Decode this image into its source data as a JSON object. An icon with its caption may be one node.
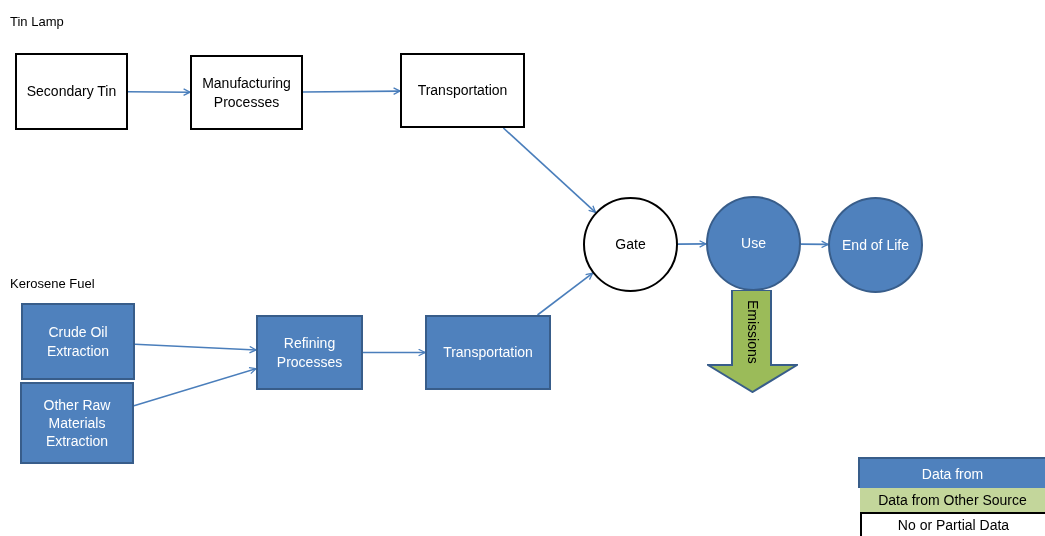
{
  "diagram": {
    "nodes": [
      {
        "text": [
          "Secondary Tin"
        ]
      },
      {
        "text": [
          "Manufacturing Processes"
        ]
      },
      {
        "text": [
          "Transportation"
        ]
      },
      {
        "text": [
          "Crude Oil Extraction"
        ]
      },
      {
        "text": [
          "Other Raw Materials Extraction"
        ]
      },
      {
        "text": [
          "Refining Processes"
        ]
      },
      {
        "text": [
          "Transportation"
        ]
      },
      {
        "text": [
          "Gate"
        ]
      },
      {
        "text": [
          "Use"
        ]
      },
      {
        "text": [
          "End of Life"
        ]
      },
      {
        "text": [
          "Emissions"
        ]
      }
    ],
    "edges": [
      {
        "from": 0,
        "to": 1,
        "arrow": "to"
      },
      {
        "from": 1,
        "to": 2,
        "arrow": "to"
      },
      {
        "from": 2,
        "to": 7,
        "arrow": "to"
      },
      {
        "from": 3,
        "to": 5,
        "arrow": "to"
      },
      {
        "from": 4,
        "to": 5,
        "arrow": "to"
      },
      {
        "from": 5,
        "to": 6,
        "arrow": "to"
      },
      {
        "from": 6,
        "to": 7,
        "arrow": "to"
      },
      {
        "from": 7,
        "to": 8,
        "arrow": "to"
      },
      {
        "from": 8,
        "to": 9,
        "arrow": "to"
      }
    ],
    "labels": [
      "Tin Lamp",
      "Kerosene Fuel"
    ],
    "legend": [
      {
        "text": "Data from",
        "color": "#4f81bd"
      },
      {
        "text": "Data from Other Source",
        "color": "#c3d69b"
      },
      {
        "text": "No or Partial Data",
        "color": "#ffffff"
      }
    ]
  }
}
